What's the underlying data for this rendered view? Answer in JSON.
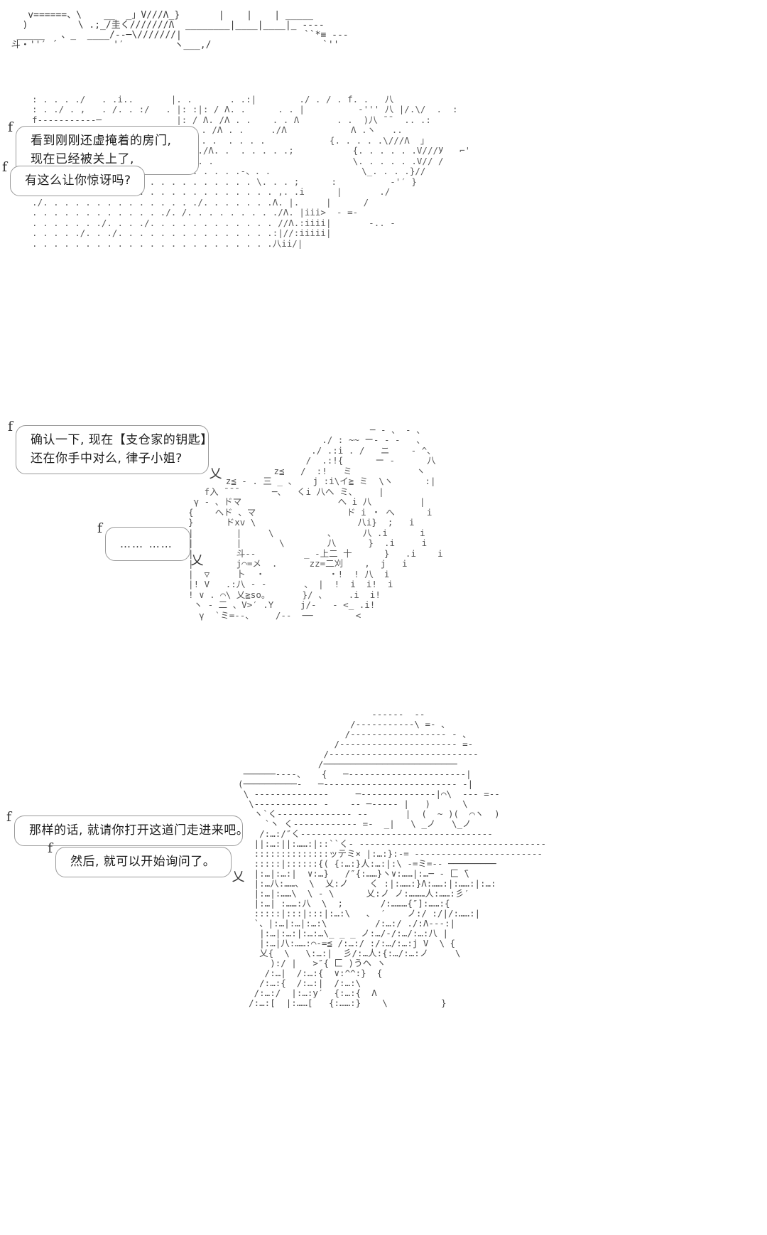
{
  "meta": {
    "background_color": "#ffffff",
    "text_color": "#1d1d1d",
    "art_color": "#3a3a3a",
    "bubble_border_color": "#9a9a9a"
  },
  "bubbles": [
    {
      "id": "bubble-1",
      "tail_mark": "f",
      "end_mark": "",
      "lines": [
        "看到刚刚还虚掩着的房门,",
        "现在已经被关上了,"
      ]
    },
    {
      "id": "bubble-2",
      "tail_mark": "f",
      "end_mark": "",
      "lines": [
        "有这么让你惊讶吗?"
      ]
    },
    {
      "id": "bubble-3",
      "tail_mark": "f",
      "end_mark": "乂",
      "lines": [
        "确认一下, 现在【支仓家的钥匙】",
        "还在你手中对么, 律子小姐?"
      ]
    },
    {
      "id": "bubble-4",
      "tail_mark": "f",
      "end_mark": "乂",
      "lines": [
        "…… ……"
      ]
    },
    {
      "id": "bubble-5",
      "tail_mark": "f",
      "end_mark": "",
      "lines": [
        "那样的话, 就请你打开这道门走进来吧。"
      ]
    },
    {
      "id": "bubble-6",
      "tail_mark": "f",
      "end_mark": "乂",
      "lines": [
        "然后, 就可以开始询问了。"
      ]
    }
  ],
  "ascii_art": {
    "panel_top": "    v======、\\    __  _」V///Λ_}       |    |    | _____\n   )         \\ .;_/圭く///////Λ  ________|____|____|_ ----\n  _____   、_  ____/--─\\///////|                      ``*≡ ---\n 斗・''′ ´          '′         ヽ___,/                    `''\n",
    "panel_room": "  : . . . ./   . .i..       |. .       . .:|        ./ . / . f. .   八\n  : . ./ . ,   . /. . :/   . |: :|: / Λ. .      . . |          ‐''' 八 |/.\\/  .  :\n  f-----------─              |: / Λ. /Λ . .    . . Λ       . .  )八 ̄ ̄   .. .:\n  |                          {八. . /Λ . .     ./Λ            Λ .ヽ   ..\n  | ======= =-    ---=-_ :{ 八./Λ . .  . . . .            {. . . . .\\///Λ  」\n  . . . . . . . . . -----= . . ._./Λ. .  . . . . .;           {. . . . . .V///У   ⌐'\n  . . . . . . . . . . . . ---==  . .                          \\. . . . . .V// /\n  . . . ./. . . . . . . . . . . . . . . .-、. .                 \\_. . . .}//\n  . . ./. . . . . . . . . . . . . . . . . . \\. . . ;      :          ‐'′ }\n  . ./. . . . . . . . . . . . . . . . . . . . . ,. .i      |       ./\n  ./. . . . . . . . . . . . . . ./. . . . . . .Λ. |.     |      /\n  . . . . . . . . . . . . ./. /. . . . . . . . ./Λ. |iii>  ‐ =-\n  . . . . . . ./. . . ./. . . . . . . . . . . . //Λ.:iiii|       -.. ‐\n  . . . . ./. . ./. . . . . . . . . . . . . . .:|//:iiiii|\n  . . . . . . . . . . . . . . . . . . . . . . .八ii/|\n",
    "panel_girl": "                                    ─ ‐ 、 ‐ 、\n                           ./ : ~~ ー‐ ‐ ‐   、\n                         ./ .:i . /   ニ    ‐ ^、\n                        /  .:!{      ー ‐      八\n                  z≦   /  :!   ミ            ヽ\n         z≦ ‐ . 三 _ 、   j :i\\イ≧ ミ  \\ヽ      :|\n     f入 ̄ ̄ ̄       ─、  くi 八へ ミ、    |\n   γ ‐ 、ドマ                  へ i 八         |\n  {    へド 、マ                 ド i ・ へ      i\n  }      ドxv \\                   八i}  ;   i\n  |        |     \\          、     八 .i      i\n  |        |       \\        八      }  .i     i\n  |        斗‐‐         _ ‐上二 十      }   .i    i\n  |        j⌒=メ  .      zz=二刈    ,  j   i\n  |  ▽     卜  ・            ・!  ! 八  i\n  |! V   .:八 ‐ ‐       、 |  !  i  i!  i\n  ! ∨ . ⌒\\ 乂≧so。      }/ 、    .i  i!\n   ヽ ‐ 二 、V>′ .Y     j/‐   ‐ <_ .i!\n    γ  `ミ=--、    /--  ──        <\n",
    "panel_man": "                           ‐‐‐‐‐‐  ‐‐\n                       /‐‐‐‐‐‐‐‐‐‐‐\\ =‐ 、\n                      /‐‐‐‐‐‐‐‐‐‐‐‐‐‐‐‐‐‐ ‐ 、\n                    /‐‐‐‐‐‐‐‐‐‐‐‐‐‐‐‐‐‐‐‐‐‐ =‐\n                  /‐‐‐‐‐‐‐‐‐‐‐‐‐‐‐‐‐‐‐‐‐‐‐‐‐‐‐‐\n                 /─────────────────────────\n   ──────‐‐‐‐、   {   ─‐‐‐‐‐‐‐‐‐‐‐‐‐‐‐‐‐‐‐‐‐‐|\n  (──────────‐   ─‐‐‐‐‐‐‐‐‐‐‐‐‐‐‐‐‐‐‐‐‐‐‐‐‐ ‐|\n   \\ ‐‐‐‐‐‐‐‐‐‐‐‐‐‐     ─‐‐‐‐‐‐‐‐‐‐‐‐‐‐|⌒\\  ‐‐‐ =‐‐\n    \\‐‐‐‐‐‐‐‐‐‐‐‐ ‐    ‐‐ ─‐‐‐‐‐ |   )      \\\n     ヽ`く‐‐‐‐‐‐‐‐‐‐‐‐‐‐ ‐‐       |  (  ~ )(  ⌒ヽ  )\n       `ヽ く‐‐‐‐‐‐‐‐‐‐‐‐ =‐  _|   \\ _ノ   \\_ノ\n      /:…:/″く‐‐‐‐‐‐‐‐‐‐‐‐‐‐‐‐‐‐‐‐‐‐‐‐‐‐‐‐‐‐‐‐‐‐‐‐\n     ||:…:||:……:|::``く‐ ‐‐‐‐‐‐‐‐‐‐‐‐‐‐‐‐‐‐‐‐‐‐‐‐‐‐‐‐‐‐‐‐‐‐‐\n     ::::::::::::::ッテミ× |:…:}:‐= ‐‐‐‐‐‐‐‐‐‐‐‐‐‐‐‐‐‐‐‐‐‐‐‐\n     :::::|::::::{( {:…:}人:…:|:\\ ‐=ミ=‐‐ ─────────\n     |:…|:…:|  ∨:…}   /″{:……}ヽ∨:……|:…─ ‐ 匚 ̄\\\n     |:…八:……、 \\  乂:ノ    く :|:……:}Λ:……:|:……:|:…:\n     |:…|:……\\  \\ ‐ \\      乂:ノ ノ:………人:……:彡′\n     |:…| :……:八  \\  ;       /:………{″]:……:{\n     :::::|:::|:::|:…:\\   、 ′    ノ:/ :/|/:……:|\n     `、|:…|:…|:…:\\         /:…:/ ./:Λ‐‐‐:|\n      |:…|:…:|:…:…\\_ _ _ ノ:…/‐/:…/:…:八 |\n      |:…|八:……:⌒‐=≦ /:…:/ :/:…/:…:j V  \\ {\n      乂{  \\   \\:…:|  彡/:…人:{:…/:…:ノ     \\\n        ):/ |   >″{ 匚 )うヘ ヽ\n       /:…|  /:…:{  ∨:^^:}  {\n      /:…:{  /:…:|  /:…:\\\n     /:…:/  |:…:y′  {:…:{  Λ\n    /:…:[  |:……[   {:……:}    \\          }\n"
  }
}
